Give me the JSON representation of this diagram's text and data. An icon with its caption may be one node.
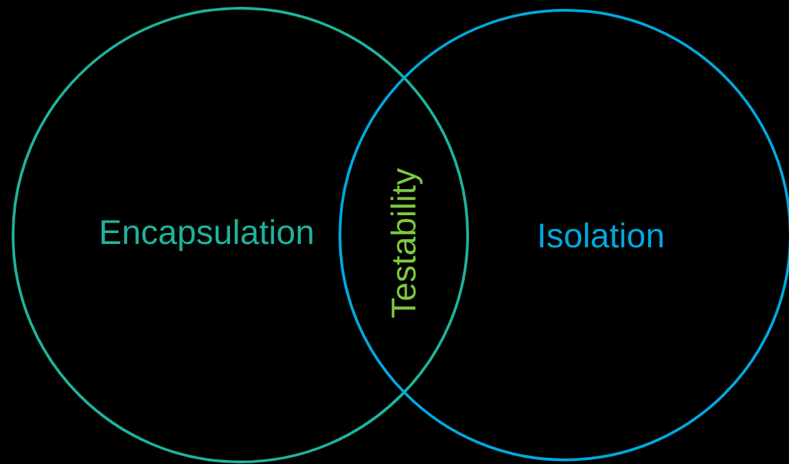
{
  "diagram": {
    "nodes": [
      {
        "text": [
          "Encapsulation"
        ]
      },
      {
        "text": [
          "Isolation"
        ]
      }
    ],
    "labels": [
      "Testability"
    ]
  }
}
